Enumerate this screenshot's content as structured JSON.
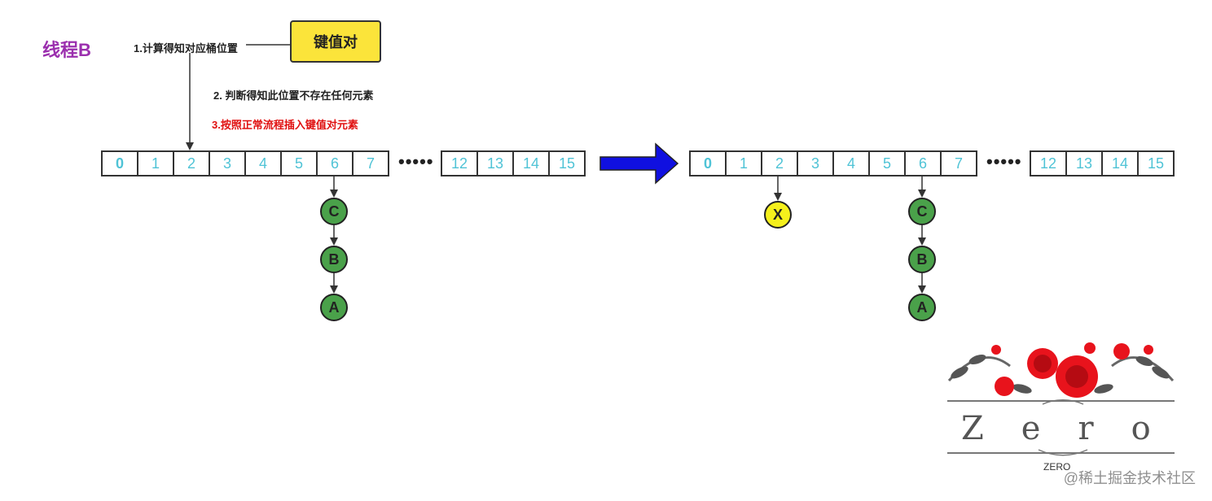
{
  "title": "线程B",
  "key_value_label": "键值对",
  "steps": [
    "1.计算得知对应桶位置",
    "2. 判断得知此位置不存在任何元素",
    "3.按照正常流程插入键值对元素"
  ],
  "ellipsis": "•••••",
  "left_array": {
    "cells": [
      "0",
      "1",
      "2",
      "3",
      "4",
      "5",
      "6",
      "7"
    ],
    "tail_cells": [
      "12",
      "13",
      "14",
      "15"
    ],
    "chain_nodes": [
      "C",
      "B",
      "A"
    ]
  },
  "right_array": {
    "cells": [
      "0",
      "1",
      "2",
      "3",
      "4",
      "5",
      "6",
      "7"
    ],
    "tail_cells": [
      "12",
      "13",
      "14",
      "15"
    ],
    "chain_nodes": [
      "C",
      "B",
      "A"
    ],
    "inserted_node": "X"
  },
  "logo": {
    "word": "Zero",
    "small_word": "ZERO"
  },
  "watermark": "@稀土掘金技术社区",
  "colors": {
    "title": "#9b2fae",
    "step3": "#e01010",
    "index_text": "#4fc3d6",
    "node_green": "#4aa14a",
    "node_yellow": "#f5f01c",
    "key_value_box": "#fbe43a",
    "arrow_blue": "#1010e0"
  }
}
